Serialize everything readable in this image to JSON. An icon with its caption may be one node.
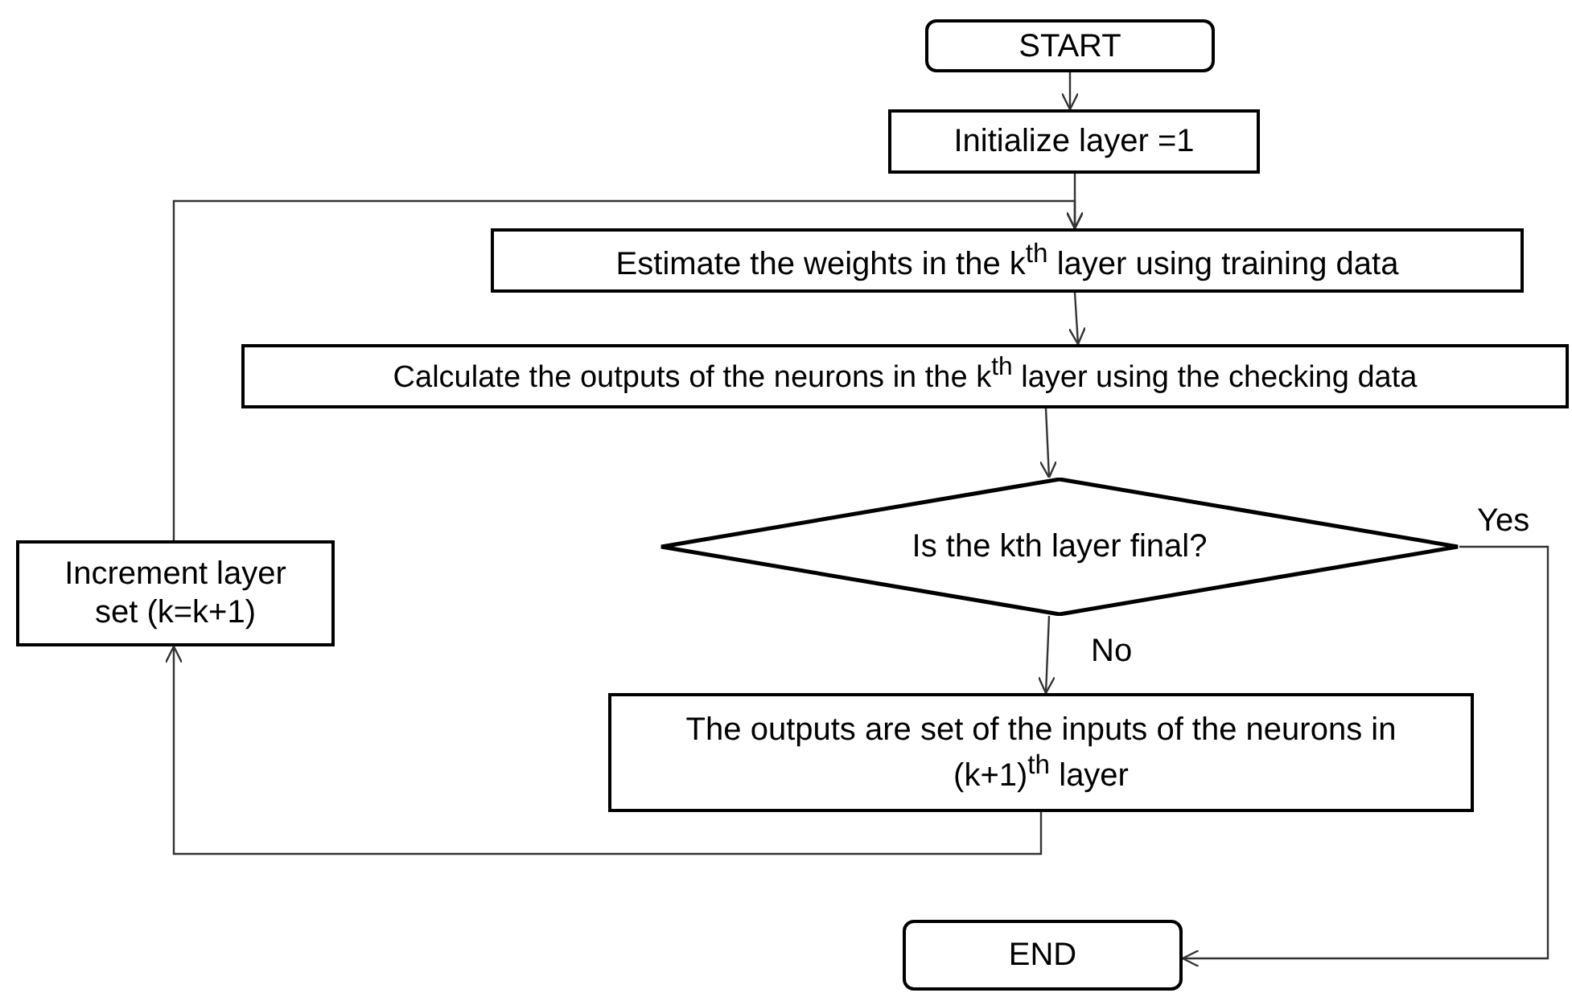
{
  "diagram": {
    "nodes": [
      {
        "text": [
          "START"
        ]
      },
      {
        "text": [
          "Initialize layer =1"
        ]
      },
      {
        "text": [
          "Estimate the weights in  the k$^{th}$ layer using training data"
        ]
      },
      {
        "text": [
          "Calculate the outputs of the neurons in the k$^{th}$ layer using the checking data"
        ]
      },
      {
        "text": [
          "Is the kth layer final?"
        ]
      },
      {
        "text": [
          "Increment layer set (k=k+1)"
        ]
      },
      {
        "text": [
          "The outputs are set of the inputs of the neurons in (k+1)$^{th}$ layer"
        ]
      },
      {
        "text": [
          "END"
        ]
      }
    ],
    "edges": [
      {
        "from": 0,
        "to": 1,
        "arrow": "to"
      },
      {
        "from": 1,
        "to": 2,
        "arrow": "to"
      },
      {
        "from": 2,
        "to": 3,
        "arrow": "to"
      },
      {
        "from": 3,
        "to": 4,
        "arrow": "to"
      },
      {
        "from": 4,
        "to": 7,
        "arrow": "to",
        "label": "Yes"
      },
      {
        "from": 4,
        "to": 6,
        "arrow": "to",
        "label": "No"
      },
      {
        "from": 6,
        "to": 5,
        "arrow": "to"
      },
      {
        "from": 5,
        "to": 2,
        "arrow": "to"
      }
    ]
  }
}
